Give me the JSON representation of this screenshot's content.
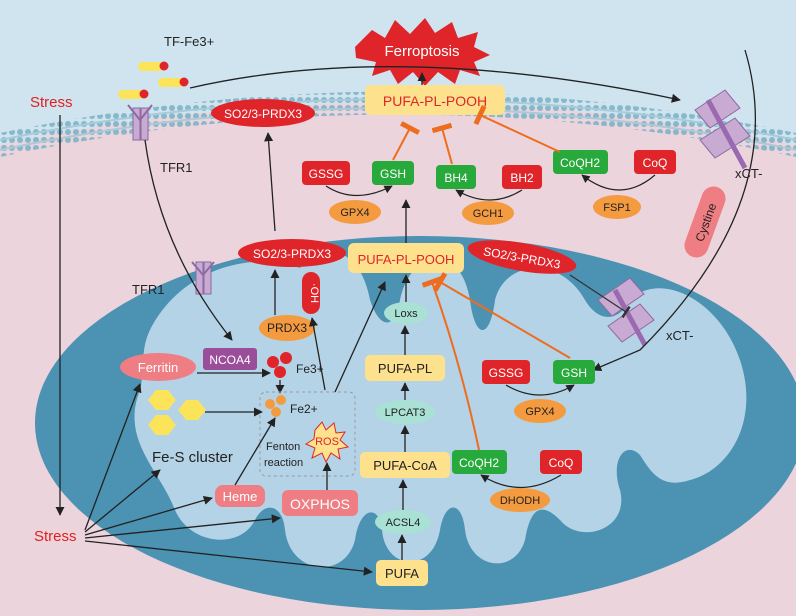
{
  "colors": {
    "extracellular": "#cfe4ef",
    "cytoplasm": "#ecd4dc",
    "mito_outer": "#4b92b3",
    "mito_inner": "#b5d3e6",
    "membrane": "#7fb3c8",
    "red_node": "#e0252a",
    "green_node": "#27a93b",
    "orange_oval": "#f49b3f",
    "pink_node": "#ee7e83",
    "yellow_box": "#fde18d",
    "teal_oval": "#a9e1d4",
    "purple_box": "#9a4e9a",
    "stress_red": "#e02020",
    "inhibit_orange": "#ee6c1e"
  },
  "labels": {
    "ferroptosis": "Ferroptosis",
    "tf_fe3": "TF-Fe3+",
    "stress_top": "Stress",
    "stress_bottom": "Stress",
    "tfr1_top": "TFR1",
    "tfr1_mito": "TFR1",
    "xct_top": "xCT-",
    "xct_mito": "xCT-",
    "cystine": "Cystine",
    "prdx3_top": "SO2/3-PRDX3",
    "prdx3_mid_left": "SO2/3-PRDX3",
    "prdx3_mid_right": "SO2/3-PRDX3",
    "pufa_pl_pooh_top": "PUFA-PL-POOH",
    "pufa_pl_pooh_mid": "PUFA-PL-POOH",
    "gssg_top": "GSSG",
    "gsh_top": "GSH",
    "bh4": "BH4",
    "bh2": "BH2",
    "coqh2_top": "CoQH2",
    "coq_top": "CoQ",
    "gpx4_top": "GPX4",
    "gch1": "GCH1",
    "fsp1": "FSP1",
    "prdx3": "PRDX3",
    "oh_radical": "·OH",
    "ferritin": "Ferritin",
    "ncoa4": "NCOA4",
    "fe3": "Fe3+",
    "fe2": "Fe2+",
    "fes_cluster": "Fe-S cluster",
    "heme": "Heme",
    "oxphos": "OXPHOS",
    "ros": "ROS",
    "fenton_1": "Fenton",
    "fenton_2": "reaction",
    "loxs": "Loxs",
    "pufa_pl": "PUFA-PL",
    "lpcat3": "LPCAT3",
    "pufa_coa": "PUFA-CoA",
    "acsl4": "ACSL4",
    "pufa": "PUFA",
    "gssg_mito": "GSSG",
    "gsh_mito": "GSH",
    "gpx4_mito": "GPX4",
    "coqh2_mito": "CoQH2",
    "coq_mito": "CoQ",
    "dhodh": "DHODH"
  }
}
